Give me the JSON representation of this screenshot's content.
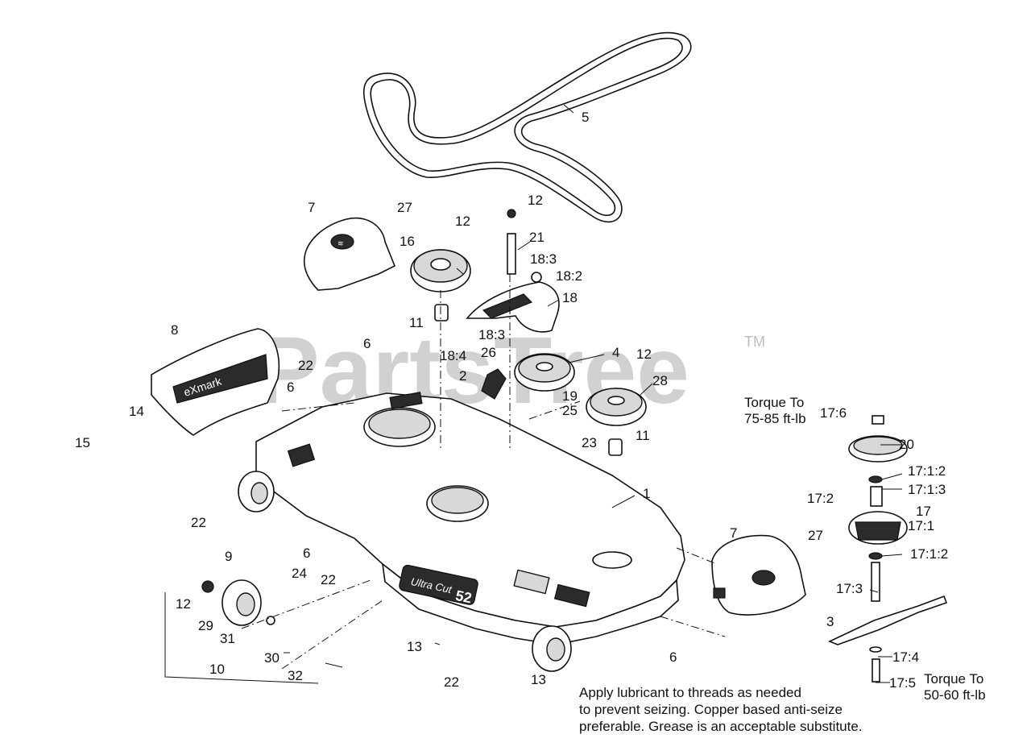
{
  "watermark": {
    "text": "PartsTree",
    "tm": "TM"
  },
  "callouts": [
    {
      "id": "c1",
      "text": "1"
    },
    {
      "id": "c2",
      "text": "2"
    },
    {
      "id": "c3",
      "text": "3"
    },
    {
      "id": "c4",
      "text": "4"
    },
    {
      "id": "c5",
      "text": "5"
    },
    {
      "id": "c6a",
      "text": "6"
    },
    {
      "id": "c6b",
      "text": "6"
    },
    {
      "id": "c6c",
      "text": "6"
    },
    {
      "id": "c6d",
      "text": "6"
    },
    {
      "id": "c7a",
      "text": "7"
    },
    {
      "id": "c7b",
      "text": "7"
    },
    {
      "id": "c8",
      "text": "8"
    },
    {
      "id": "c9",
      "text": "9"
    },
    {
      "id": "c10",
      "text": "10"
    },
    {
      "id": "c11a",
      "text": "11"
    },
    {
      "id": "c11b",
      "text": "11"
    },
    {
      "id": "c12a",
      "text": "12"
    },
    {
      "id": "c12b",
      "text": "12"
    },
    {
      "id": "c12c",
      "text": "12"
    },
    {
      "id": "c12d",
      "text": "12"
    },
    {
      "id": "c13a",
      "text": "13"
    },
    {
      "id": "c13b",
      "text": "13"
    },
    {
      "id": "c14",
      "text": "14"
    },
    {
      "id": "c15",
      "text": "15"
    },
    {
      "id": "c16",
      "text": "16"
    },
    {
      "id": "c17",
      "text": "17"
    },
    {
      "id": "c17_1",
      "text": "17:1"
    },
    {
      "id": "c17_1_2a",
      "text": "17:1:2"
    },
    {
      "id": "c17_1_2b",
      "text": "17:1:2"
    },
    {
      "id": "c17_1_3",
      "text": "17:1:3"
    },
    {
      "id": "c17_2",
      "text": "17:2"
    },
    {
      "id": "c17_3",
      "text": "17:3"
    },
    {
      "id": "c17_4",
      "text": "17:4"
    },
    {
      "id": "c17_5",
      "text": "17:5"
    },
    {
      "id": "c17_6",
      "text": "17:6"
    },
    {
      "id": "c18",
      "text": "18"
    },
    {
      "id": "c18_2",
      "text": "18:2"
    },
    {
      "id": "c18_3a",
      "text": "18:3"
    },
    {
      "id": "c18_3b",
      "text": "18:3"
    },
    {
      "id": "c18_4",
      "text": "18:4"
    },
    {
      "id": "c19",
      "text": "19"
    },
    {
      "id": "c20",
      "text": "20"
    },
    {
      "id": "c21",
      "text": "21"
    },
    {
      "id": "c22a",
      "text": "22"
    },
    {
      "id": "c22b",
      "text": "22"
    },
    {
      "id": "c22c",
      "text": "22"
    },
    {
      "id": "c22d",
      "text": "22"
    },
    {
      "id": "c23",
      "text": "23"
    },
    {
      "id": "c24",
      "text": "24"
    },
    {
      "id": "c25",
      "text": "25"
    },
    {
      "id": "c26",
      "text": "26"
    },
    {
      "id": "c27a",
      "text": "27"
    },
    {
      "id": "c27b",
      "text": "27"
    },
    {
      "id": "c28",
      "text": "28"
    },
    {
      "id": "c29",
      "text": "29"
    },
    {
      "id": "c30",
      "text": "30"
    },
    {
      "id": "c31",
      "text": "31"
    },
    {
      "id": "c32",
      "text": "32"
    }
  ],
  "torque_upper": {
    "line1": "Torque To",
    "line2": "75-85 ft-lb"
  },
  "torque_lower": {
    "line1": "Torque To",
    "line2": "50-60 ft-lb"
  },
  "note": {
    "line1": "Apply lubricant to threads as needed",
    "line2": "to prevent seizing. Copper based anti-seize",
    "line3": "preferable. Grease is an acceptable substitute."
  },
  "deck_decal": {
    "brand": "Ultra Cut",
    "size": "52"
  },
  "cover_logo": "eXmark"
}
